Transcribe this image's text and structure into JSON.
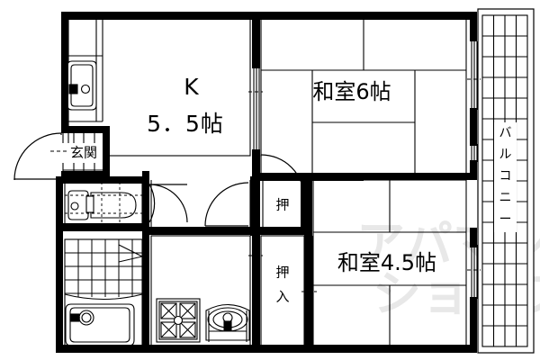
{
  "plan": {
    "type": "apartment-floor-plan",
    "style": "japanese-2k-layout",
    "watermark_line1": "アパマン",
    "watermark_line2": "ショップ",
    "colors": {
      "wall": "#000000",
      "thin_line": "#000000",
      "background": "#ffffff",
      "watermark": "#e8e8e8"
    }
  },
  "rooms": [
    {
      "id": "kitchen",
      "label_line1": "K",
      "label_line2": "5．5帖",
      "name": "kitchen-dining",
      "size_tatami": 5.5
    },
    {
      "id": "washitsu-6",
      "label": "和室6帖",
      "name": "japanese-room-6",
      "size_tatami": 6
    },
    {
      "id": "washitsu-45",
      "label": "和室4.5帖",
      "name": "japanese-room-4-5",
      "size_tatami": 4.5
    },
    {
      "id": "genkan",
      "label": "玄関",
      "name": "entrance"
    },
    {
      "id": "closet-upper",
      "label": "押",
      "name": "closet-oshi"
    },
    {
      "id": "closet-lower",
      "label_line1": "押",
      "label_line2": "入",
      "name": "closet-oshiire"
    },
    {
      "id": "balcony",
      "label_chars": [
        "バ",
        "ル",
        "コ",
        "ニ",
        "ー"
      ],
      "name": "balcony"
    }
  ],
  "fixtures": [
    {
      "id": "kitchen-sink-top",
      "name": "sink-basin"
    },
    {
      "id": "toilet",
      "name": "toilet-fixture"
    },
    {
      "id": "bathtub",
      "name": "bathtub-fixture"
    },
    {
      "id": "stove",
      "name": "gas-stove-4-burner"
    },
    {
      "id": "kitchen-sink-bottom",
      "name": "kitchen-sink"
    }
  ],
  "doors": [
    {
      "id": "entrance-door",
      "name": "entrance-swing-door"
    },
    {
      "id": "toilet-door",
      "name": "toilet-swing-door"
    },
    {
      "id": "hall-door",
      "name": "hall-swing-door"
    },
    {
      "id": "washitsu6-door",
      "name": "washitsu6-swing-door"
    },
    {
      "id": "balcony-slider-upper",
      "name": "balcony-sliding-door-upper"
    },
    {
      "id": "balcony-slider-lower",
      "name": "balcony-sliding-door-lower"
    },
    {
      "id": "kitchen-slider",
      "name": "kitchen-sliding-door"
    },
    {
      "id": "closet-slider",
      "name": "closet-sliding-door"
    },
    {
      "id": "room-divider-slider",
      "name": "room-divider-sliding-door"
    }
  ]
}
